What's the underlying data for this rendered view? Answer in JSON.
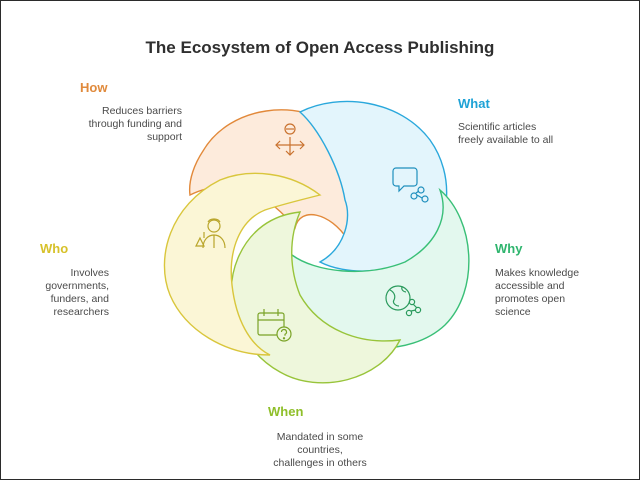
{
  "title": "The Ecosystem of Open Access Publishing",
  "sections": {
    "how": {
      "label": "How",
      "desc": [
        "Reduces barriers",
        "through funding and",
        "support"
      ],
      "color": "#e08a3c",
      "fill": "#fdebdc",
      "stroke": "#e2893a"
    },
    "what": {
      "label": "What",
      "desc": [
        "Scientific articles",
        "freely available to all"
      ],
      "color": "#1ea2d6",
      "fill": "#e3f5fc",
      "stroke": "#2aa8dc"
    },
    "why": {
      "label": "Why",
      "desc": [
        "Makes knowledge",
        "accessible and",
        "promotes open",
        "science"
      ],
      "color": "#2fb56e",
      "fill": "#e3f8ee",
      "stroke": "#39bf77"
    },
    "when": {
      "label": "When",
      "desc": [
        "Mandated in some",
        "countries,",
        "challenges in others"
      ],
      "color": "#8fbf2a",
      "fill": "#eef7dc",
      "stroke": "#98c43a"
    },
    "who": {
      "label": "Who",
      "desc": [
        "Involves",
        "governments,",
        "funders, and",
        "researchers"
      ],
      "color": "#d7c12a",
      "fill": "#fbf6d6",
      "stroke": "#d9c63c"
    }
  },
  "icons": {
    "how": "person-arrows-icon",
    "what": "chat-network-icon",
    "why": "globe-network-icon",
    "when": "calendar-question-icon",
    "who": "scientist-icon"
  }
}
